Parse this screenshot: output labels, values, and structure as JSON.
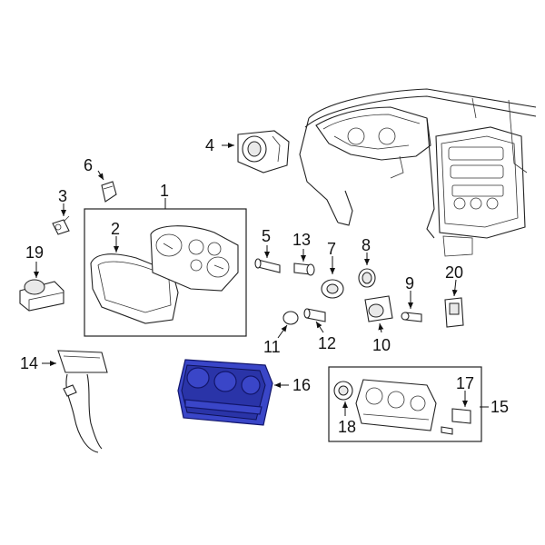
{
  "diagram": {
    "highlight_color": "#3a46c8",
    "callouts": [
      {
        "id": "1",
        "label": "1"
      },
      {
        "id": "2",
        "label": "2"
      },
      {
        "id": "3",
        "label": "3"
      },
      {
        "id": "4",
        "label": "4"
      },
      {
        "id": "5",
        "label": "5"
      },
      {
        "id": "6",
        "label": "6"
      },
      {
        "id": "7",
        "label": "7"
      },
      {
        "id": "8",
        "label": "8"
      },
      {
        "id": "9",
        "label": "9"
      },
      {
        "id": "10",
        "label": "10"
      },
      {
        "id": "11",
        "label": "11"
      },
      {
        "id": "12",
        "label": "12"
      },
      {
        "id": "13",
        "label": "13"
      },
      {
        "id": "14",
        "label": "14"
      },
      {
        "id": "15",
        "label": "15"
      },
      {
        "id": "16",
        "label": "16"
      },
      {
        "id": "17",
        "label": "17"
      },
      {
        "id": "18",
        "label": "18"
      },
      {
        "id": "19",
        "label": "19"
      },
      {
        "id": "20",
        "label": "20"
      }
    ]
  }
}
